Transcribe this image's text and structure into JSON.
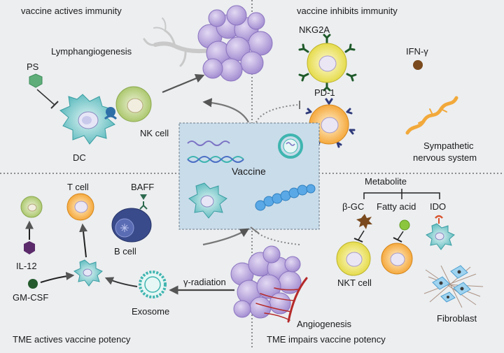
{
  "quadrants": {
    "top_left": "vaccine actives immunity",
    "top_right": "vaccine inhibits immunity",
    "bottom_left": "TME actives vaccine potency",
    "bottom_right": "TME impairs vaccine potency"
  },
  "center": {
    "label": "Vaccine"
  },
  "top_left": {
    "lymph": "Lymphangiogenesis",
    "ps": "PS",
    "dc": "DC",
    "nk": "NK cell"
  },
  "top_right": {
    "nkg2a": "NKG2A",
    "ifn": "IFN-γ",
    "pd1": "PD-1",
    "sns_line1": "Sympathetic",
    "sns_line2": "nervous system"
  },
  "bottom_left": {
    "tcell": "T cell",
    "baff": "BAFF",
    "bcell": "B cell",
    "il12": "IL-12",
    "gmcsf": "GM-CSF",
    "exosome": "Exosome",
    "gamma": "γ-radiation"
  },
  "bottom_right": {
    "metabolite": "Metabolite",
    "bgc": "β-GC",
    "fatty": "Fatty acid",
    "ido": "IDO",
    "nkt": "NKT cell",
    "fibroblast": "Fibroblast",
    "angio": "Angiogenesis"
  },
  "colors": {
    "background": "#eceef0",
    "divider": "#6b6b6b",
    "tumor": "#b9a7dc",
    "dc": "#6cc6c9",
    "nk": "#a9c66d",
    "tcell": "#f4a12c",
    "nkt": "#e8df4a",
    "vaccine_box": "#c9dcea",
    "arrow": "#555555",
    "ps": "#5fae7a",
    "il12": "#5b2a6a",
    "gmcsf": "#245a2d",
    "ifn": "#7a4a1e",
    "bcell": "#3a4b8c",
    "sns": "#f2a93b"
  }
}
